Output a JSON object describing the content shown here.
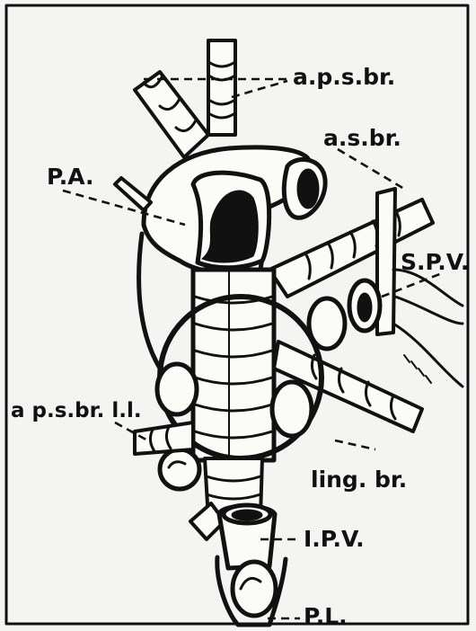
{
  "figure": {
    "labels": {
      "apsbr": "a.p.s.br.",
      "asbr": "a.s.br.",
      "pa": "P.A.",
      "spv": "S.P.V.",
      "apsbr_ll": "a p.s.br. l.l.",
      "lingbr": "ling. br.",
      "ipv": "I.P.V.",
      "pl": "P.L."
    }
  }
}
